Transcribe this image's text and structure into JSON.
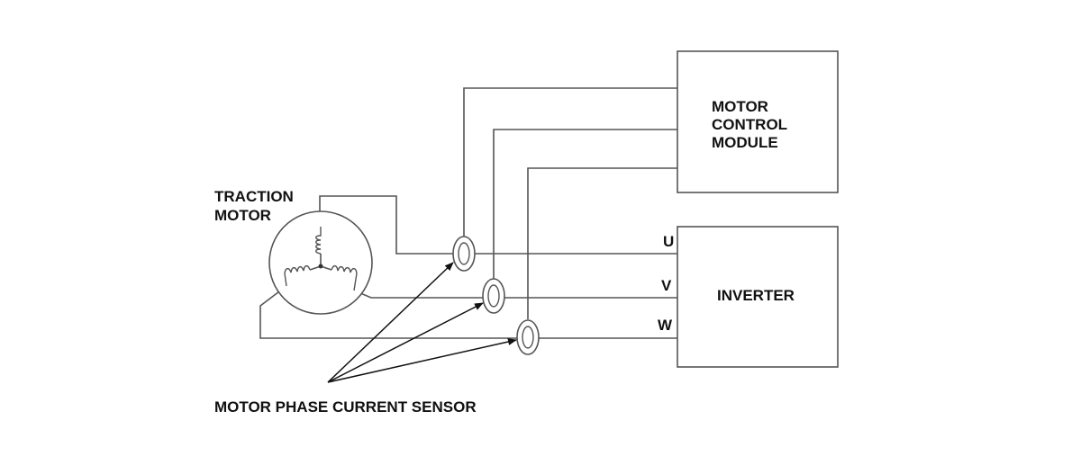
{
  "labels": {
    "traction_motor": [
      "TRACTION",
      "MOTOR"
    ],
    "motor_control_module": [
      "MOTOR",
      "CONTROL",
      "MODULE"
    ],
    "inverter": "INVERTER",
    "phase_u": "U",
    "phase_v": "V",
    "phase_w": "W",
    "sensor_caption": "MOTOR PHASE CURRENT SENSOR"
  },
  "colors": {
    "line": "#555555",
    "text": "#111111",
    "background": "#ffffff"
  }
}
